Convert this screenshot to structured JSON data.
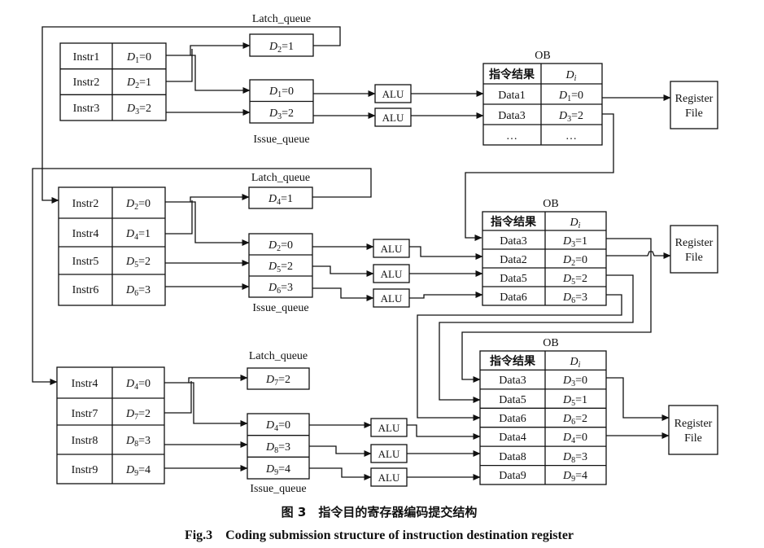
{
  "stage1": {
    "instr": [
      {
        "name": "Instr1",
        "v": "D1=0"
      },
      {
        "name": "Instr2",
        "v": "D2=1"
      },
      {
        "name": "Instr3",
        "v": "D3=2"
      }
    ],
    "latch_label": "Latch_queue",
    "latch": [
      "D2=1"
    ],
    "issue": [
      "D1=0",
      "D3=2"
    ],
    "issue_label": "Issue_queue",
    "alu": [
      "ALU",
      "ALU"
    ],
    "ob": {
      "label": "OB",
      "header": [
        "指令结果",
        "Di"
      ],
      "rows": [
        [
          "Data1",
          "D1=0"
        ],
        [
          "Data3",
          "D3=2"
        ],
        [
          "…",
          "…"
        ]
      ]
    },
    "register_file": [
      "Register",
      "File"
    ]
  },
  "stage2": {
    "instr": [
      {
        "name": "Instr2",
        "v": "D2=0"
      },
      {
        "name": "Instr4",
        "v": "D4=1"
      },
      {
        "name": "Instr5",
        "v": "D5=2"
      },
      {
        "name": "Instr6",
        "v": "D6=3"
      }
    ],
    "latch_label": "Latch_queue",
    "latch": [
      "D4=1"
    ],
    "issue": [
      "D2=0",
      "D5=2",
      "D6=3"
    ],
    "issue_label": "Issue_queue",
    "alu": [
      "ALU",
      "ALU",
      "ALU"
    ],
    "ob": {
      "label": "OB",
      "header": [
        "指令结果",
        "Di"
      ],
      "rows": [
        [
          "Data3",
          "D3=1"
        ],
        [
          "Data2",
          "D2=0"
        ],
        [
          "Data5",
          "D5=2"
        ],
        [
          "Data6",
          "D6=3"
        ]
      ]
    },
    "register_file": [
      "Register",
      "File"
    ]
  },
  "stage3": {
    "instr": [
      {
        "name": "Instr4",
        "v": "D4=0"
      },
      {
        "name": "Instr7",
        "v": "D7=2"
      },
      {
        "name": "Instr8",
        "v": "D8=3"
      },
      {
        "name": "Instr9",
        "v": "D9=4"
      }
    ],
    "latch_label": "Latch_queue",
    "latch": [
      "D7=2"
    ],
    "issue": [
      "D4=0",
      "D8=3",
      "D9=4"
    ],
    "issue_label": "Issue_queue",
    "alu": [
      "ALU",
      "ALU",
      "ALU"
    ],
    "ob": {
      "label": "OB",
      "header": [
        "指令结果",
        "Di"
      ],
      "rows": [
        [
          "Data3",
          "D3=0"
        ],
        [
          "Data5",
          "D5=1"
        ],
        [
          "Data6",
          "D6=2"
        ],
        [
          "Data4",
          "D4=0"
        ],
        [
          "Data8",
          "D8=3"
        ],
        [
          "Data9",
          "D9=4"
        ]
      ]
    },
    "register_file": [
      "Register",
      "File"
    ]
  },
  "caption": {
    "zh": "图 3　指令目的寄存器编码提交结构",
    "en": "Fig.3　Coding submission structure of instruction destination register"
  }
}
